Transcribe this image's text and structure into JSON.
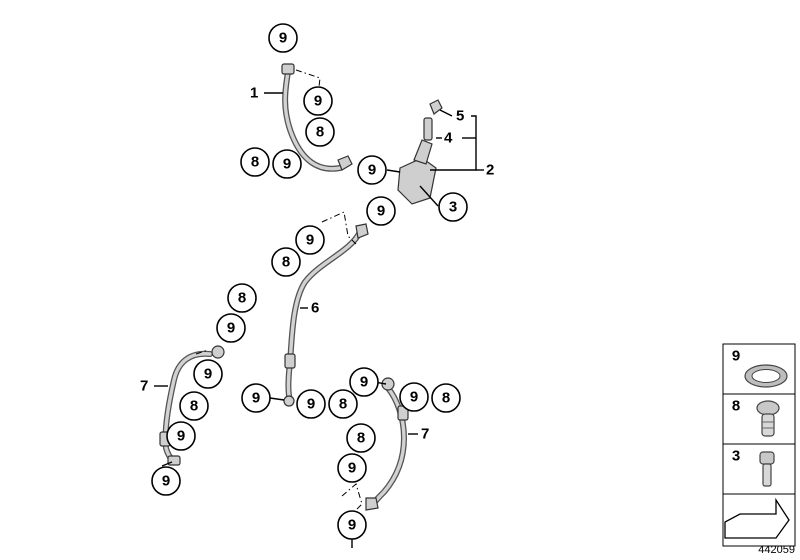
{
  "callouts": {
    "c1": "9",
    "c2": "9",
    "c3": "8",
    "c4": "8",
    "c5": "9",
    "c6": "9",
    "c7": "9",
    "c8": "3",
    "c9": "9",
    "c10": "8",
    "c11": "8",
    "c12": "9",
    "c13": "9",
    "c14": "8",
    "c15": "9",
    "c16": "9",
    "c17": "9",
    "c18": "8",
    "c19": "9",
    "c20": "9",
    "c21": "8",
    "c22": "8",
    "c23": "9",
    "c24": "9"
  },
  "labels": {
    "l1": "1",
    "l2": "2",
    "l4": "4",
    "l5": "5",
    "l6": "6",
    "l7a": "7",
    "l7b": "7"
  },
  "legend": {
    "row1": "9",
    "row2": "8",
    "row3": "3"
  },
  "part_number": "442059"
}
